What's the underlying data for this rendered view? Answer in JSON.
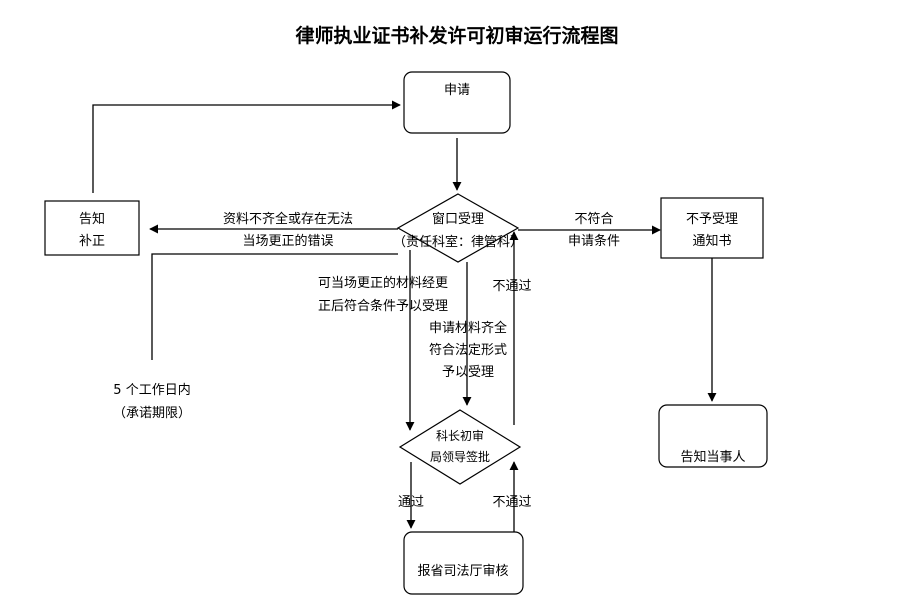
{
  "title": "律师执业证书补发许可初审运行流程图",
  "nodes": {
    "apply": "申请",
    "window": [
      "窗口受理",
      "（责任科室：律管科）"
    ],
    "notify_fix": [
      "告知",
      "补正"
    ],
    "not_accept": [
      "不予受理",
      "通知书"
    ],
    "inform_party": "告知当事人",
    "review": [
      "科长初审",
      "局领导签批"
    ],
    "report": "报省司法厅审核"
  },
  "labels": {
    "incomplete": [
      "资料不齐全或存在无法",
      "当场更正的错误"
    ],
    "not_meet": [
      "不符合",
      "申请条件"
    ],
    "correctable": [
      "可当场更正的材料经更",
      "正后符合条件予以受理"
    ],
    "complete": [
      "申请材料齐全",
      "符合法定形式",
      "予以受理"
    ],
    "fail_1": "不通过",
    "deadline": [
      "5 个工作日内",
      "（承诺期限）"
    ],
    "pass": "通过",
    "fail_2": "不通过"
  }
}
